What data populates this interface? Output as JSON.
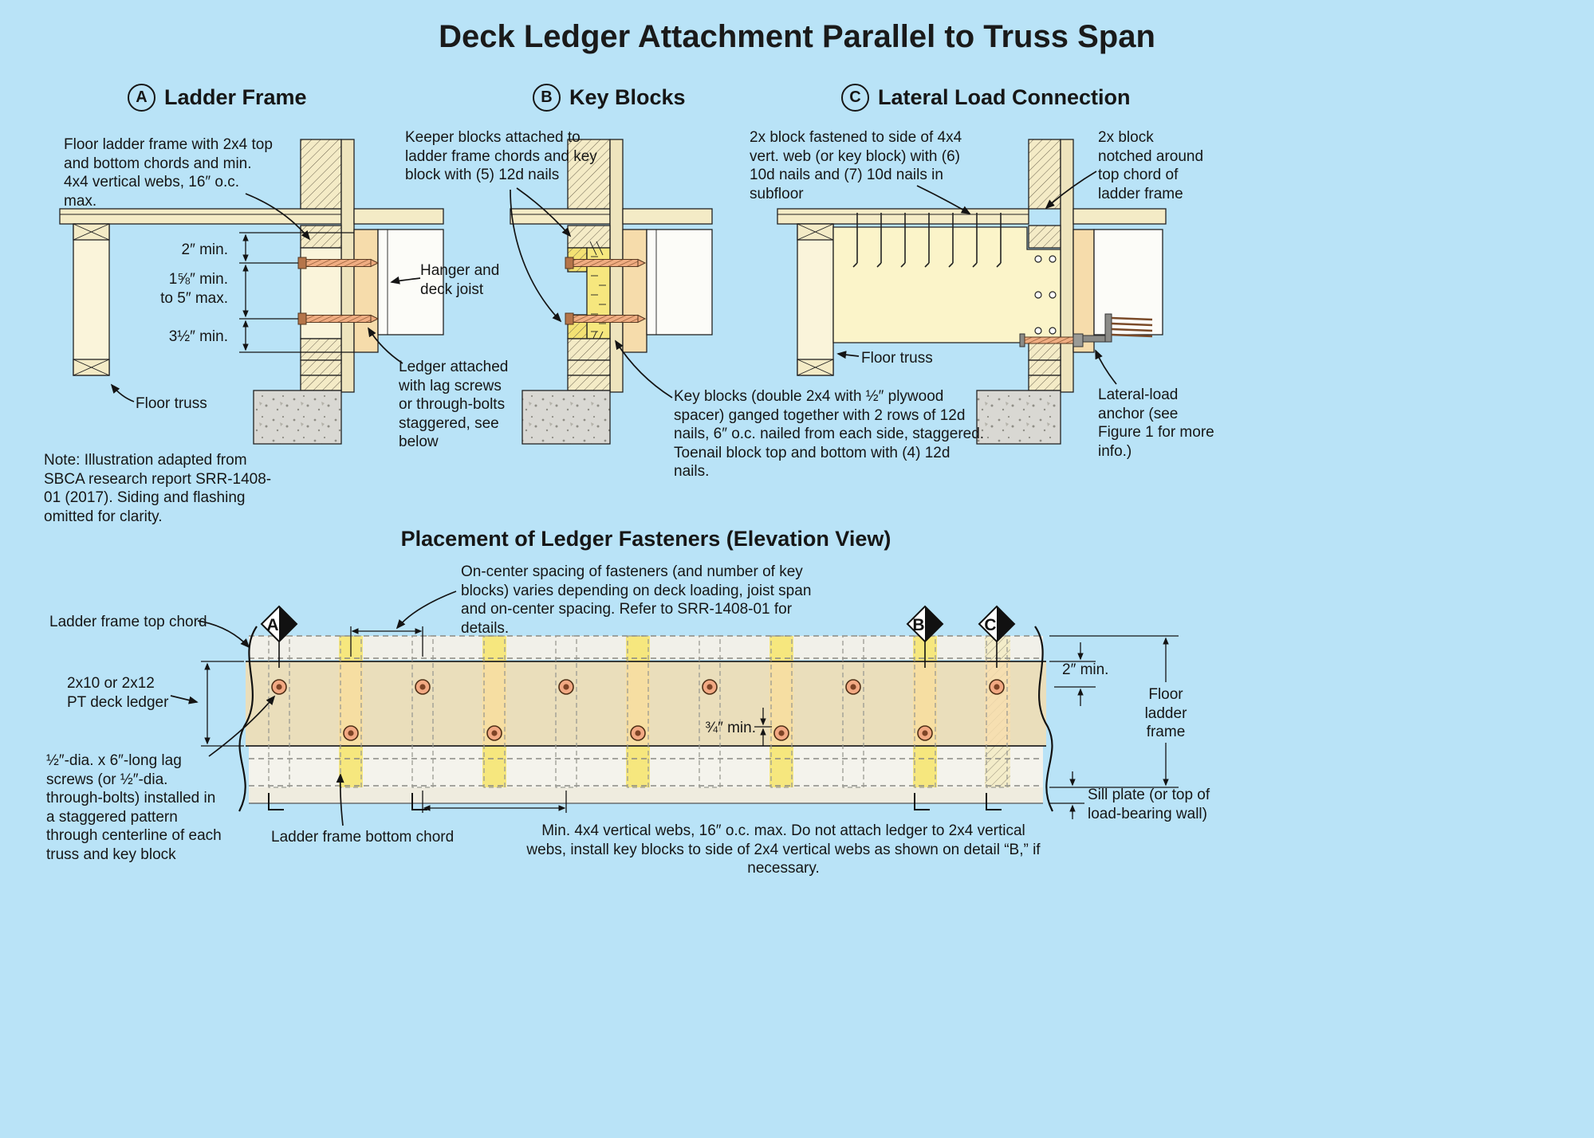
{
  "palette": {
    "background": "#b9e3f7",
    "lumber_cream": "#f4ebc6",
    "key_block_yellow": "#f6e77e",
    "ledger_tan": "#f6dcab",
    "screw_orange": "#f0ad82",
    "concrete_gray": "#d9d8d3"
  },
  "title": "Deck Ledger Attachment Parallel to Truss Span",
  "details": {
    "a": {
      "letter": "A",
      "heading": "Ladder Frame",
      "frame_note": "Floor ladder frame with 2x4 top and bottom chords and min. 4x4 vertical webs, 16″ o.c. max.",
      "dim_top": "2″ min.",
      "dim_mid": "1⅝″ min.\nto 5″ max.",
      "dim_bottom": "3½″ min.",
      "hanger": "Hanger and\ndeck joist",
      "ledger_note": "Ledger attached with lag screws or through-bolts staggered, see below",
      "floor_truss": "Floor truss",
      "note": "Note: Illustration adapted from SBCA research report SRR-1408-01 (2017). Siding and flashing omitted for clarity."
    },
    "b": {
      "letter": "B",
      "heading": "Key Blocks",
      "keeper_note": "Keeper blocks attached to ladder frame chords and key block with (5) 12d nails",
      "key_note": "Key blocks (double 2x4 with ½″ plywood spacer) ganged together with 2 rows of 12d nails, 6″ o.c. nailed from each side, staggered. Toenail block top and bottom with (4) 12d nails."
    },
    "c": {
      "letter": "C",
      "heading": "Lateral Load Connection",
      "block_note": "2x block fastened to side of 4x4 vert. web (or key block) with (6) 10d nails and (7) 10d nails in subfloor",
      "notch_note": "2x block notched around top chord of ladder frame",
      "floor_truss": "Floor truss",
      "anchor_note": "Lateral-load anchor (see Figure 1 for more info.)"
    }
  },
  "elevation": {
    "heading": "Placement of Ledger Fasteners (Elevation View)",
    "spacing_note": "On-center spacing of fasteners (and number of key blocks) varies depending on deck loading, joist span and on-center spacing. Refer to SRR-1408-01 for details.",
    "top_chord": "Ladder frame top chord",
    "ledger": "2x10 or 2x12 PT deck ledger",
    "lag_note": "½″-dia. x 6″-long lag screws (or ½″-dia. through-bolts) installed in a staggered pattern through centerline of each truss and key block",
    "bottom_chord": "Ladder frame bottom chord",
    "webs_note": "Min. 4x4 vertical webs, 16″ o.c. max. Do not attach ledger to 2x4 vertical webs, install key blocks to side of 2x4 vertical webs as shown on detail “B,” if necessary.",
    "dim_34": "¾″ min.",
    "dim_2": "2″ min.",
    "frame_right": "Floor ladder frame",
    "sill": "Sill plate (or top of load-bearing wall)",
    "markers": {
      "a": "A",
      "b": "B",
      "c": "C"
    }
  }
}
